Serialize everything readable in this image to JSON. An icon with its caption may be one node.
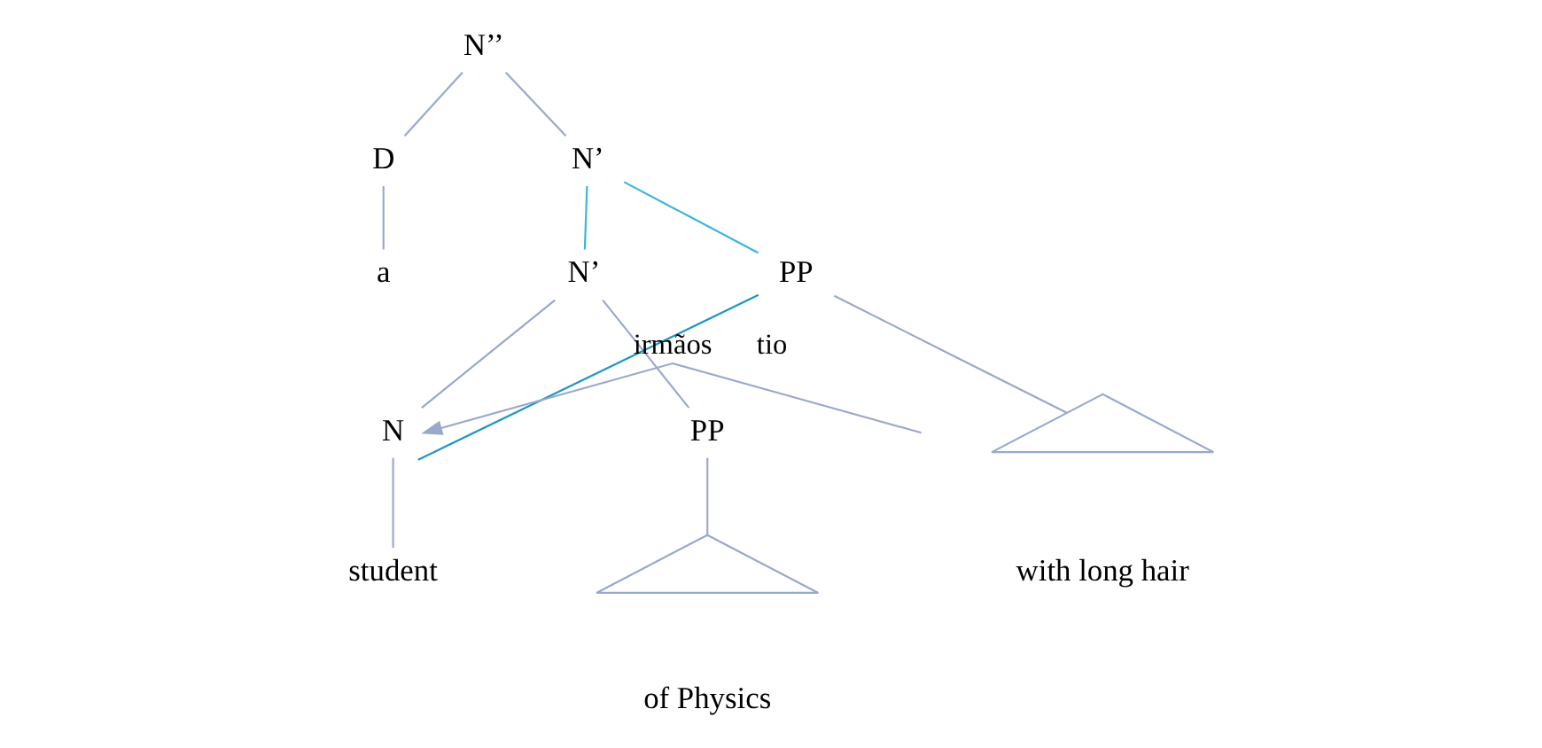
{
  "diagram": {
    "nodes": [
      {
        "text": [
          "N’’"
        ]
      },
      {
        "text": [
          "N’"
        ]
      },
      {
        "text": [
          "D"
        ]
      },
      {
        "text": [
          "N’"
        ]
      },
      {
        "text": [
          "PP"
        ]
      },
      {
        "text": [
          "a"
        ]
      },
      {
        "text": [
          "N"
        ]
      },
      {
        "text": [
          "PP"
        ]
      },
      {
        "text": [],
        "shape": "triangle",
        "beside": [
          "with long hair"
        ]
      },
      {
        "text": [
          "student"
        ]
      },
      {
        "text": [],
        "shape": "triangle",
        "beside": [
          "of Physics"
        ]
      }
    ],
    "edges": [
      {
        "from": 0,
        "to": 2,
        "arrow": "none"
      },
      {
        "from": 0,
        "to": 1,
        "arrow": "none"
      },
      {
        "from": 1,
        "to": 3,
        "arrow": "none",
        "color": "#3cb4dc"
      },
      {
        "from": 1,
        "to": 4,
        "arrow": "none",
        "color": "#3cb4dc"
      },
      {
        "from": 2,
        "to": 5,
        "arrow": "none"
      },
      {
        "from": 3,
        "to": 6,
        "arrow": "none"
      },
      {
        "from": 3,
        "to": 7,
        "arrow": "none"
      },
      {
        "from": 4,
        "to": 8,
        "arrow": "none"
      },
      {
        "from": 6,
        "to": 9,
        "arrow": "none"
      },
      {
        "from": 7,
        "to": 10,
        "arrow": "none"
      },
      {
        "from": 4,
        "to": 6,
        "arrow": "none",
        "label": "tio",
        "color": "#1f96bf"
      },
      {
        "from": null,
        "to": 6,
        "arrow": "to",
        "label": "irmãos"
      }
    ]
  }
}
